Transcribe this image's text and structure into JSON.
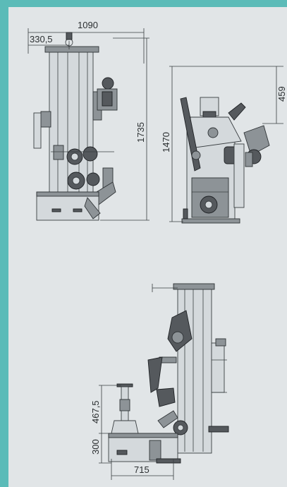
{
  "dimensions": {
    "width_total": "1090",
    "width_partial": "330,5",
    "height_total": "1735",
    "height_front": "1470",
    "height_arm": "459",
    "height_upper": "467,5",
    "height_lower": "300",
    "depth_base": "715"
  },
  "colors": {
    "page_border": "#5bbbb8",
    "sheet_background": "#e1e5e7",
    "line": "#3a3f42",
    "metal_light": "#d4d9dc",
    "metal_dark": "#55595d"
  }
}
